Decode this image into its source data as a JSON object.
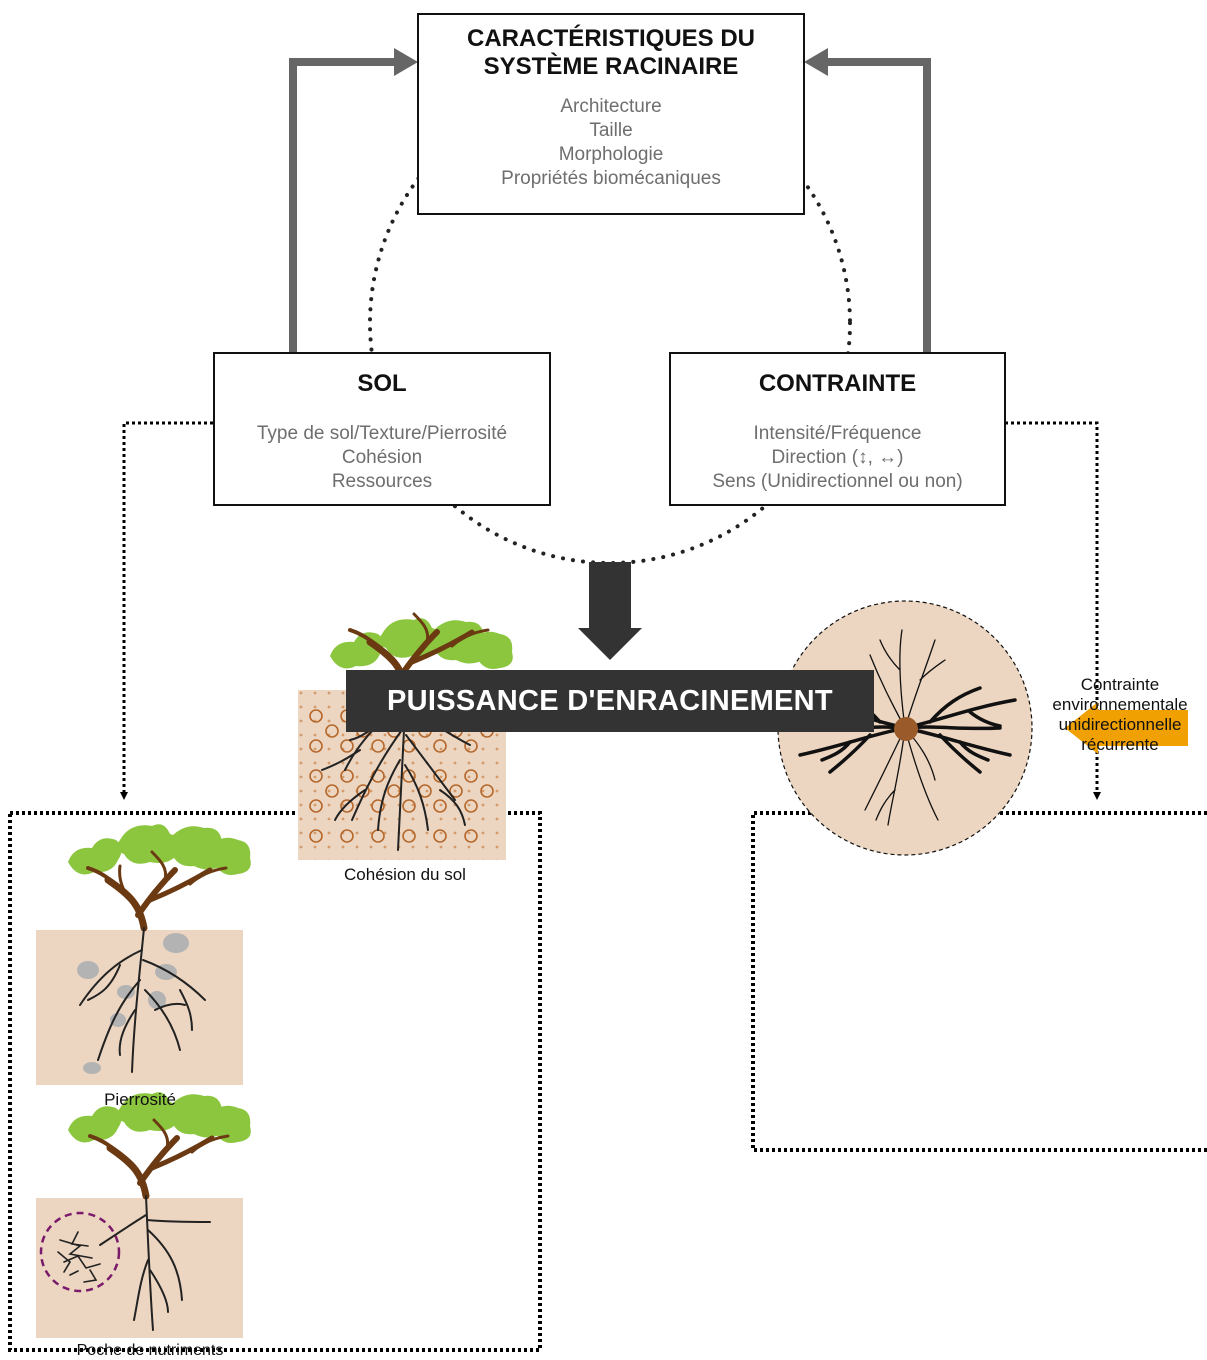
{
  "top_box": {
    "title_line1": "CARACTÉRISTIQUES DU",
    "title_line2": "SYSTÈME RACINAIRE",
    "items": [
      "Architecture",
      "Taille",
      "Morphologie",
      "Propriétés biomécaniques"
    ]
  },
  "sol_box": {
    "title": "SOL",
    "items": [
      "Type de sol/Texture/Pierrosité",
      "Cohésion",
      "Ressources"
    ]
  },
  "contrainte_box": {
    "title": "CONTRAINTE",
    "items": [
      "Intensité/Fréquence",
      "Direction (↕, ↔)",
      "Sens (Unidirectionnel ou non)"
    ]
  },
  "result": {
    "label": "PUISSANCE D'ENRACINEMENT"
  },
  "panels": {
    "soil": {
      "pierrosite_label": "Pierrosité",
      "poche_label": "Poche de nutriments",
      "cohesion_label": "Cohésion du sol"
    },
    "stress": {
      "label_lines": [
        "Contrainte",
        "environnementale",
        "unidirectionnelle",
        "récurrente"
      ]
    }
  },
  "colors": {
    "foliage": "#8cc63f",
    "trunk": "#6b3a12",
    "soil": "#ecd6c1",
    "stone": "#b3b3b3",
    "arrow_orange": "#f0a000",
    "feedback_arrow": "#666666",
    "result_bg": "#333333",
    "nutrient_circle": "#7a1a6a",
    "root_center": "#9a5a2a"
  }
}
